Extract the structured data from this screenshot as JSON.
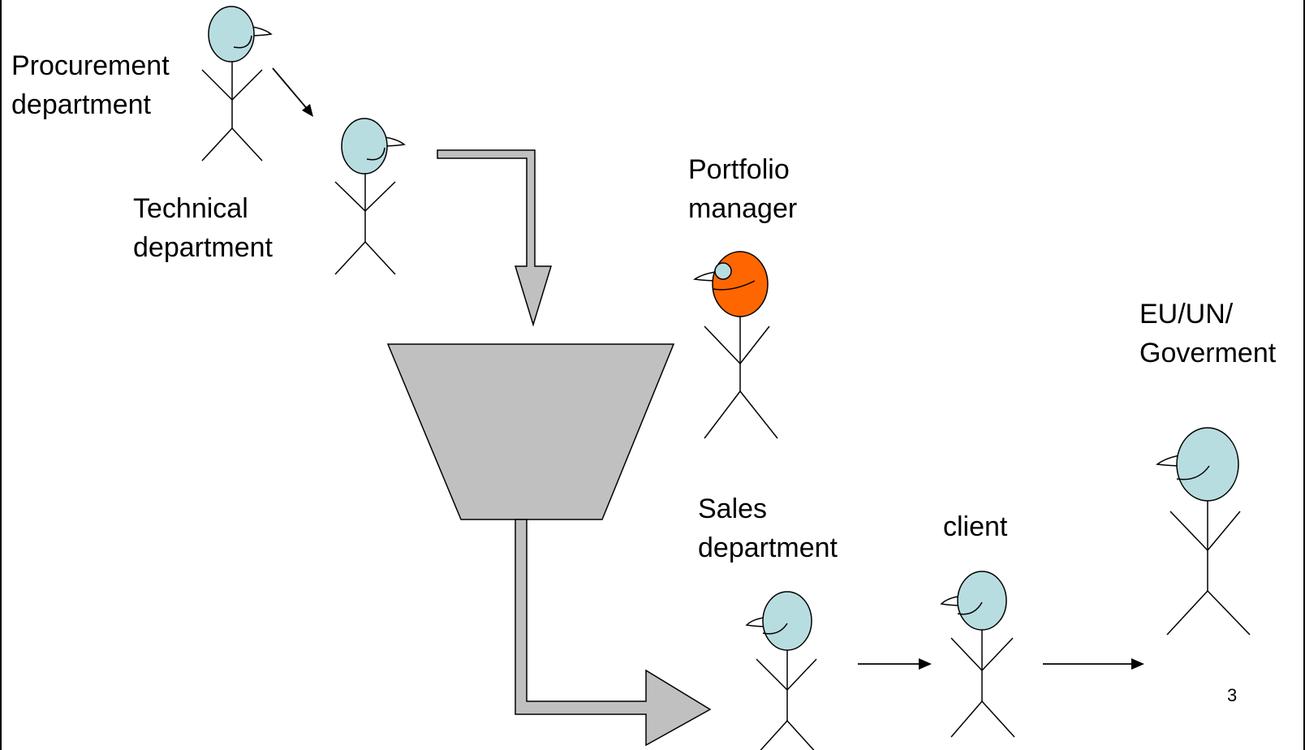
{
  "actors": {
    "procurement": {
      "line1": "Procurement",
      "line2": "department",
      "head_color": "#b8dde0"
    },
    "technical": {
      "line1": "Technical",
      "line2": "department",
      "head_color": "#b8dde0"
    },
    "portfolio": {
      "line1": "Portfolio",
      "line2": "manager",
      "head_color": "#ff6600"
    },
    "sales": {
      "line1": "Sales",
      "line2": "department",
      "head_color": "#b8dde0"
    },
    "client": {
      "line1": "client",
      "head_color": "#b8dde0"
    },
    "government": {
      "line1": "EU/UN/",
      "line2": "Goverment",
      "head_color": "#b8dde0"
    }
  },
  "funnel": {
    "fill_color": "#c0c0c0"
  },
  "page_number": "3"
}
